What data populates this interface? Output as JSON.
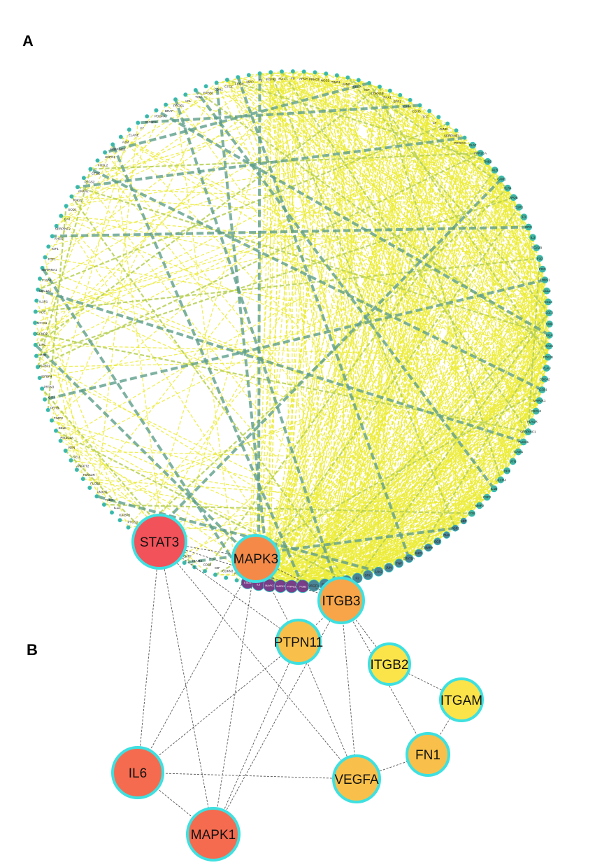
{
  "panels": {
    "a_label": "A",
    "b_label": "B"
  },
  "colors": {
    "edge_weak": "#ecec3a",
    "edge_mid": "#b6cf52",
    "edge_strong": "#5f9f8c",
    "node_low": "#46b3a0",
    "node_mid": "#4b8496",
    "node_high": "#7a3d8a",
    "hub_red": "#f2525a",
    "hub_orange_red": "#f56b4f",
    "hub_orange": "#f58a48",
    "hub_light_orange": "#f7a548",
    "hub_amber": "#f8c04a",
    "hub_yellow": "#fbe34a",
    "hub_border": "#3ee0e0",
    "hub_edge": "#555555"
  },
  "network_a": {
    "genes": [
      "STAT3",
      "IL6",
      "MAPK1",
      "MAPK3",
      "PTPN11",
      "ITGB3",
      "VEGFA",
      "FN1",
      "ITGB2",
      "ITGAM",
      "F2",
      "SRC",
      "JAK2",
      "JUN",
      "TNF",
      "STAT5A",
      "SHC1",
      "MMP9",
      "EGF",
      "PLG",
      "FGF2",
      "LEP",
      "FOS",
      "MMP2",
      "CSF2",
      "IL1B",
      "CXCR4",
      "HPX",
      "VTN",
      "ICAM1",
      "PLCG1",
      "SERPINC1",
      "PLAUR",
      "CXCL8",
      "MAP2K1",
      "TGFB1",
      "CDC42",
      "PLAU",
      "PTK2B",
      "GAS1",
      "FGA",
      "VWF",
      "GGF2",
      "CCL3",
      "CCL2",
      "THBS1",
      "FGG",
      "F10",
      "ITGA2B",
      "IL3",
      "EPO",
      "F3",
      "EGR1",
      "APOB",
      "TLR4",
      "CAM1",
      "ALB",
      "THBD",
      "PPP2CA",
      "PLAT",
      "PROCG",
      "SERPINE1",
      "JUNB",
      "CF",
      "TCF",
      "CDH5",
      "IGHM",
      "SPP1",
      "PAX1",
      "CDKN1B",
      "IGF",
      "SELP",
      "JUND",
      "TIMP1",
      "NOS2",
      "PRKCE",
      "APOA",
      "F8",
      "FLT1",
      "FGFR1",
      "F9",
      "MPO",
      "FCGR",
      "CTGF",
      "CDH1",
      "ERBB2",
      "TXN",
      "LPL",
      "PROS1",
      "BRAF",
      "PDGFA",
      "IGFBP3",
      "F7",
      "ELANE",
      "A2M",
      "SERPINB2",
      "HSPG2",
      "FOSL2",
      "CTSG",
      "PTGS2",
      "ANXA2",
      "KNG1",
      "SOD1",
      "CAT",
      "SERPINF2",
      "AHSG",
      "IGF1",
      "FGF1",
      "SERPINA1",
      "F13A1",
      "COL1A1",
      "IL1R1",
      "ACE",
      "MYH11",
      "CCND2",
      "LIPC",
      "F2R",
      "IGFBP1",
      "IGFBP4",
      "PRTN3",
      "GTH",
      "PEHB",
      "TIMP2",
      "SELE",
      "PIK3C2A",
      "REN",
      "SELL",
      "ANGPT2",
      "TBXA2R",
      "FLCB2",
      "ANXA5",
      "THBO",
      "IL11",
      "IGFBP2",
      "PTGS1",
      "AZU1",
      "CSNK2B",
      "TIMP4",
      "CD36",
      "ADAMTSL1",
      "CNTF",
      "ICAM3",
      "CD59",
      "MIF",
      "CDKN3",
      "PLK4"
    ]
  },
  "network_b": {
    "nodes": [
      {
        "id": "STAT3",
        "label": "STAT3",
        "tier": "hub_red"
      },
      {
        "id": "IL6",
        "label": "IL6",
        "tier": "hub_orange_red"
      },
      {
        "id": "MAPK1",
        "label": "MAPK1",
        "tier": "hub_orange_red"
      },
      {
        "id": "MAPK3",
        "label": "MAPK3",
        "tier": "hub_orange"
      },
      {
        "id": "ITGB3",
        "label": "ITGB3",
        "tier": "hub_light_orange"
      },
      {
        "id": "PTPN11",
        "label": "PTPN11",
        "tier": "hub_amber"
      },
      {
        "id": "VEGFA",
        "label": "VEGFA",
        "tier": "hub_amber"
      },
      {
        "id": "FN1",
        "label": "FN1",
        "tier": "hub_amber"
      },
      {
        "id": "ITGB2",
        "label": "ITGB2",
        "tier": "hub_yellow"
      },
      {
        "id": "ITGAM",
        "label": "ITGAM",
        "tier": "hub_yellow"
      }
    ],
    "edges": [
      [
        "STAT3",
        "PTPN11"
      ],
      [
        "STAT3",
        "MAPK3"
      ],
      [
        "STAT3",
        "IL6"
      ],
      [
        "STAT3",
        "MAPK1"
      ],
      [
        "STAT3",
        "ITGB3"
      ],
      [
        "STAT3",
        "VEGFA"
      ],
      [
        "IL6",
        "MAPK3"
      ],
      [
        "IL6",
        "PTPN11"
      ],
      [
        "IL6",
        "MAPK1"
      ],
      [
        "IL6",
        "VEGFA"
      ],
      [
        "MAPK1",
        "MAPK3"
      ],
      [
        "MAPK1",
        "PTPN11"
      ],
      [
        "MAPK1",
        "ITGB3"
      ],
      [
        "MAPK3",
        "PTPN11"
      ],
      [
        "MAPK3",
        "ITGB3"
      ],
      [
        "PTPN11",
        "ITGB3"
      ],
      [
        "PTPN11",
        "VEGFA"
      ],
      [
        "ITGB3",
        "ITGB2"
      ],
      [
        "ITGB3",
        "FN1"
      ],
      [
        "ITGB3",
        "VEGFA"
      ],
      [
        "VEGFA",
        "FN1"
      ],
      [
        "ITGB2",
        "ITGAM"
      ],
      [
        "ITGAM",
        "FN1"
      ]
    ]
  }
}
